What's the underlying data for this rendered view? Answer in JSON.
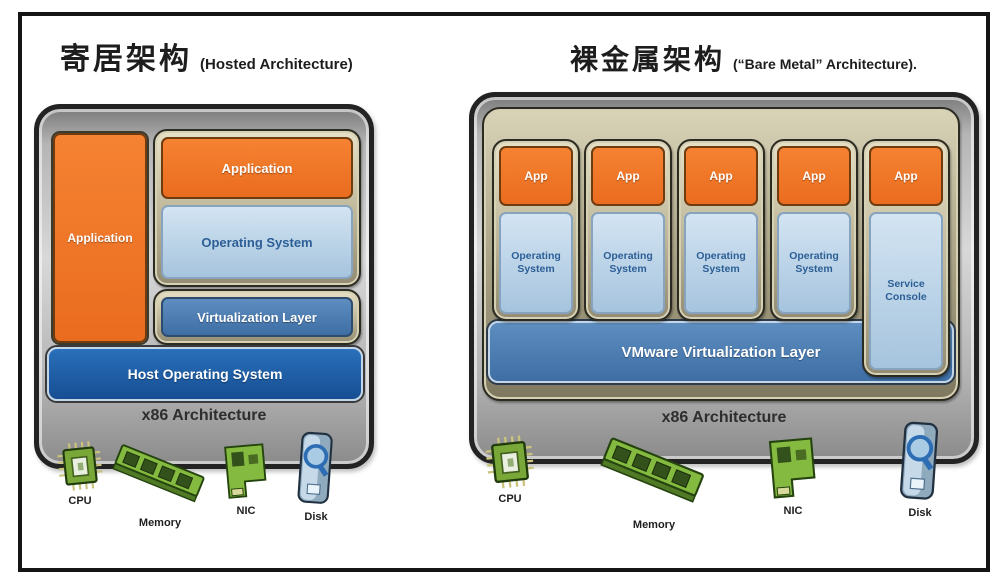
{
  "left_panel": {
    "title_zh": "寄居架构",
    "title_en": "(Hosted Architecture)",
    "app_tall_label": "Application",
    "stack": {
      "app_label": "Application",
      "os_label": "Operating System"
    },
    "virtualization_label": "Virtualization Layer",
    "host_os_label": "Host Operating System",
    "x86_label": "x86 Architecture",
    "hardware": [
      {
        "name": "cpu-icon",
        "label": "CPU"
      },
      {
        "name": "memory-icon",
        "label": "Memory"
      },
      {
        "name": "nic-icon",
        "label": "NIC"
      },
      {
        "name": "disk-icon",
        "label": "Disk"
      }
    ]
  },
  "right_panel": {
    "title_zh": "裸金属架构",
    "title_en": "(“Bare Metal” Architecture).",
    "vms": [
      {
        "app_label": "App",
        "os_label": "Operating System"
      },
      {
        "app_label": "App",
        "os_label": "Operating System"
      },
      {
        "app_label": "App",
        "os_label": "Operating System"
      },
      {
        "app_label": "App",
        "os_label": "Operating System"
      },
      {
        "app_label": "App",
        "os_label": "Service Console"
      }
    ],
    "virtualization_label": "VMware Virtualization Layer",
    "x86_label": "x86 Architecture",
    "hardware": [
      {
        "name": "cpu-icon",
        "label": "CPU"
      },
      {
        "name": "memory-icon",
        "label": "Memory"
      },
      {
        "name": "nic-icon",
        "label": "NIC"
      },
      {
        "name": "disk-icon",
        "label": "Disk"
      }
    ]
  },
  "colors": {
    "orange": "#ED7125",
    "light_blue": "#AECBE4",
    "mid_blue": "#4A7CB0",
    "dark_blue": "#1E5CA8",
    "chassis_gray": "#B5B5B5",
    "frame_khaki": "#BDB699"
  }
}
